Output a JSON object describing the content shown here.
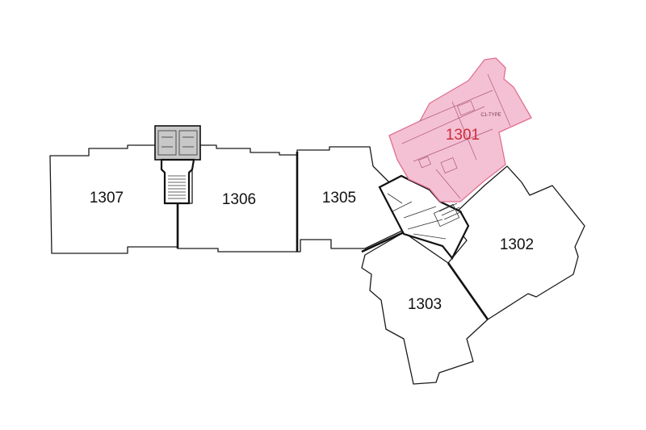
{
  "floor_plan": {
    "units": [
      {
        "id": "1301",
        "label": "1301",
        "highlighted": true,
        "type_tag": "C1-TYPE"
      },
      {
        "id": "1302",
        "label": "1302",
        "highlighted": false
      },
      {
        "id": "1303",
        "label": "1303",
        "highlighted": false
      },
      {
        "id": "1305",
        "label": "1305",
        "highlighted": false
      },
      {
        "id": "1306",
        "label": "1306",
        "highlighted": false
      },
      {
        "id": "1307",
        "label": "1307",
        "highlighted": false
      }
    ],
    "colors": {
      "highlight_fill": "#f2b6cc",
      "highlight_stroke": "#e0708f",
      "highlight_label": "#d12b3a",
      "outline": "#1a1a1a",
      "core_fill": "#c8c8c8"
    }
  }
}
